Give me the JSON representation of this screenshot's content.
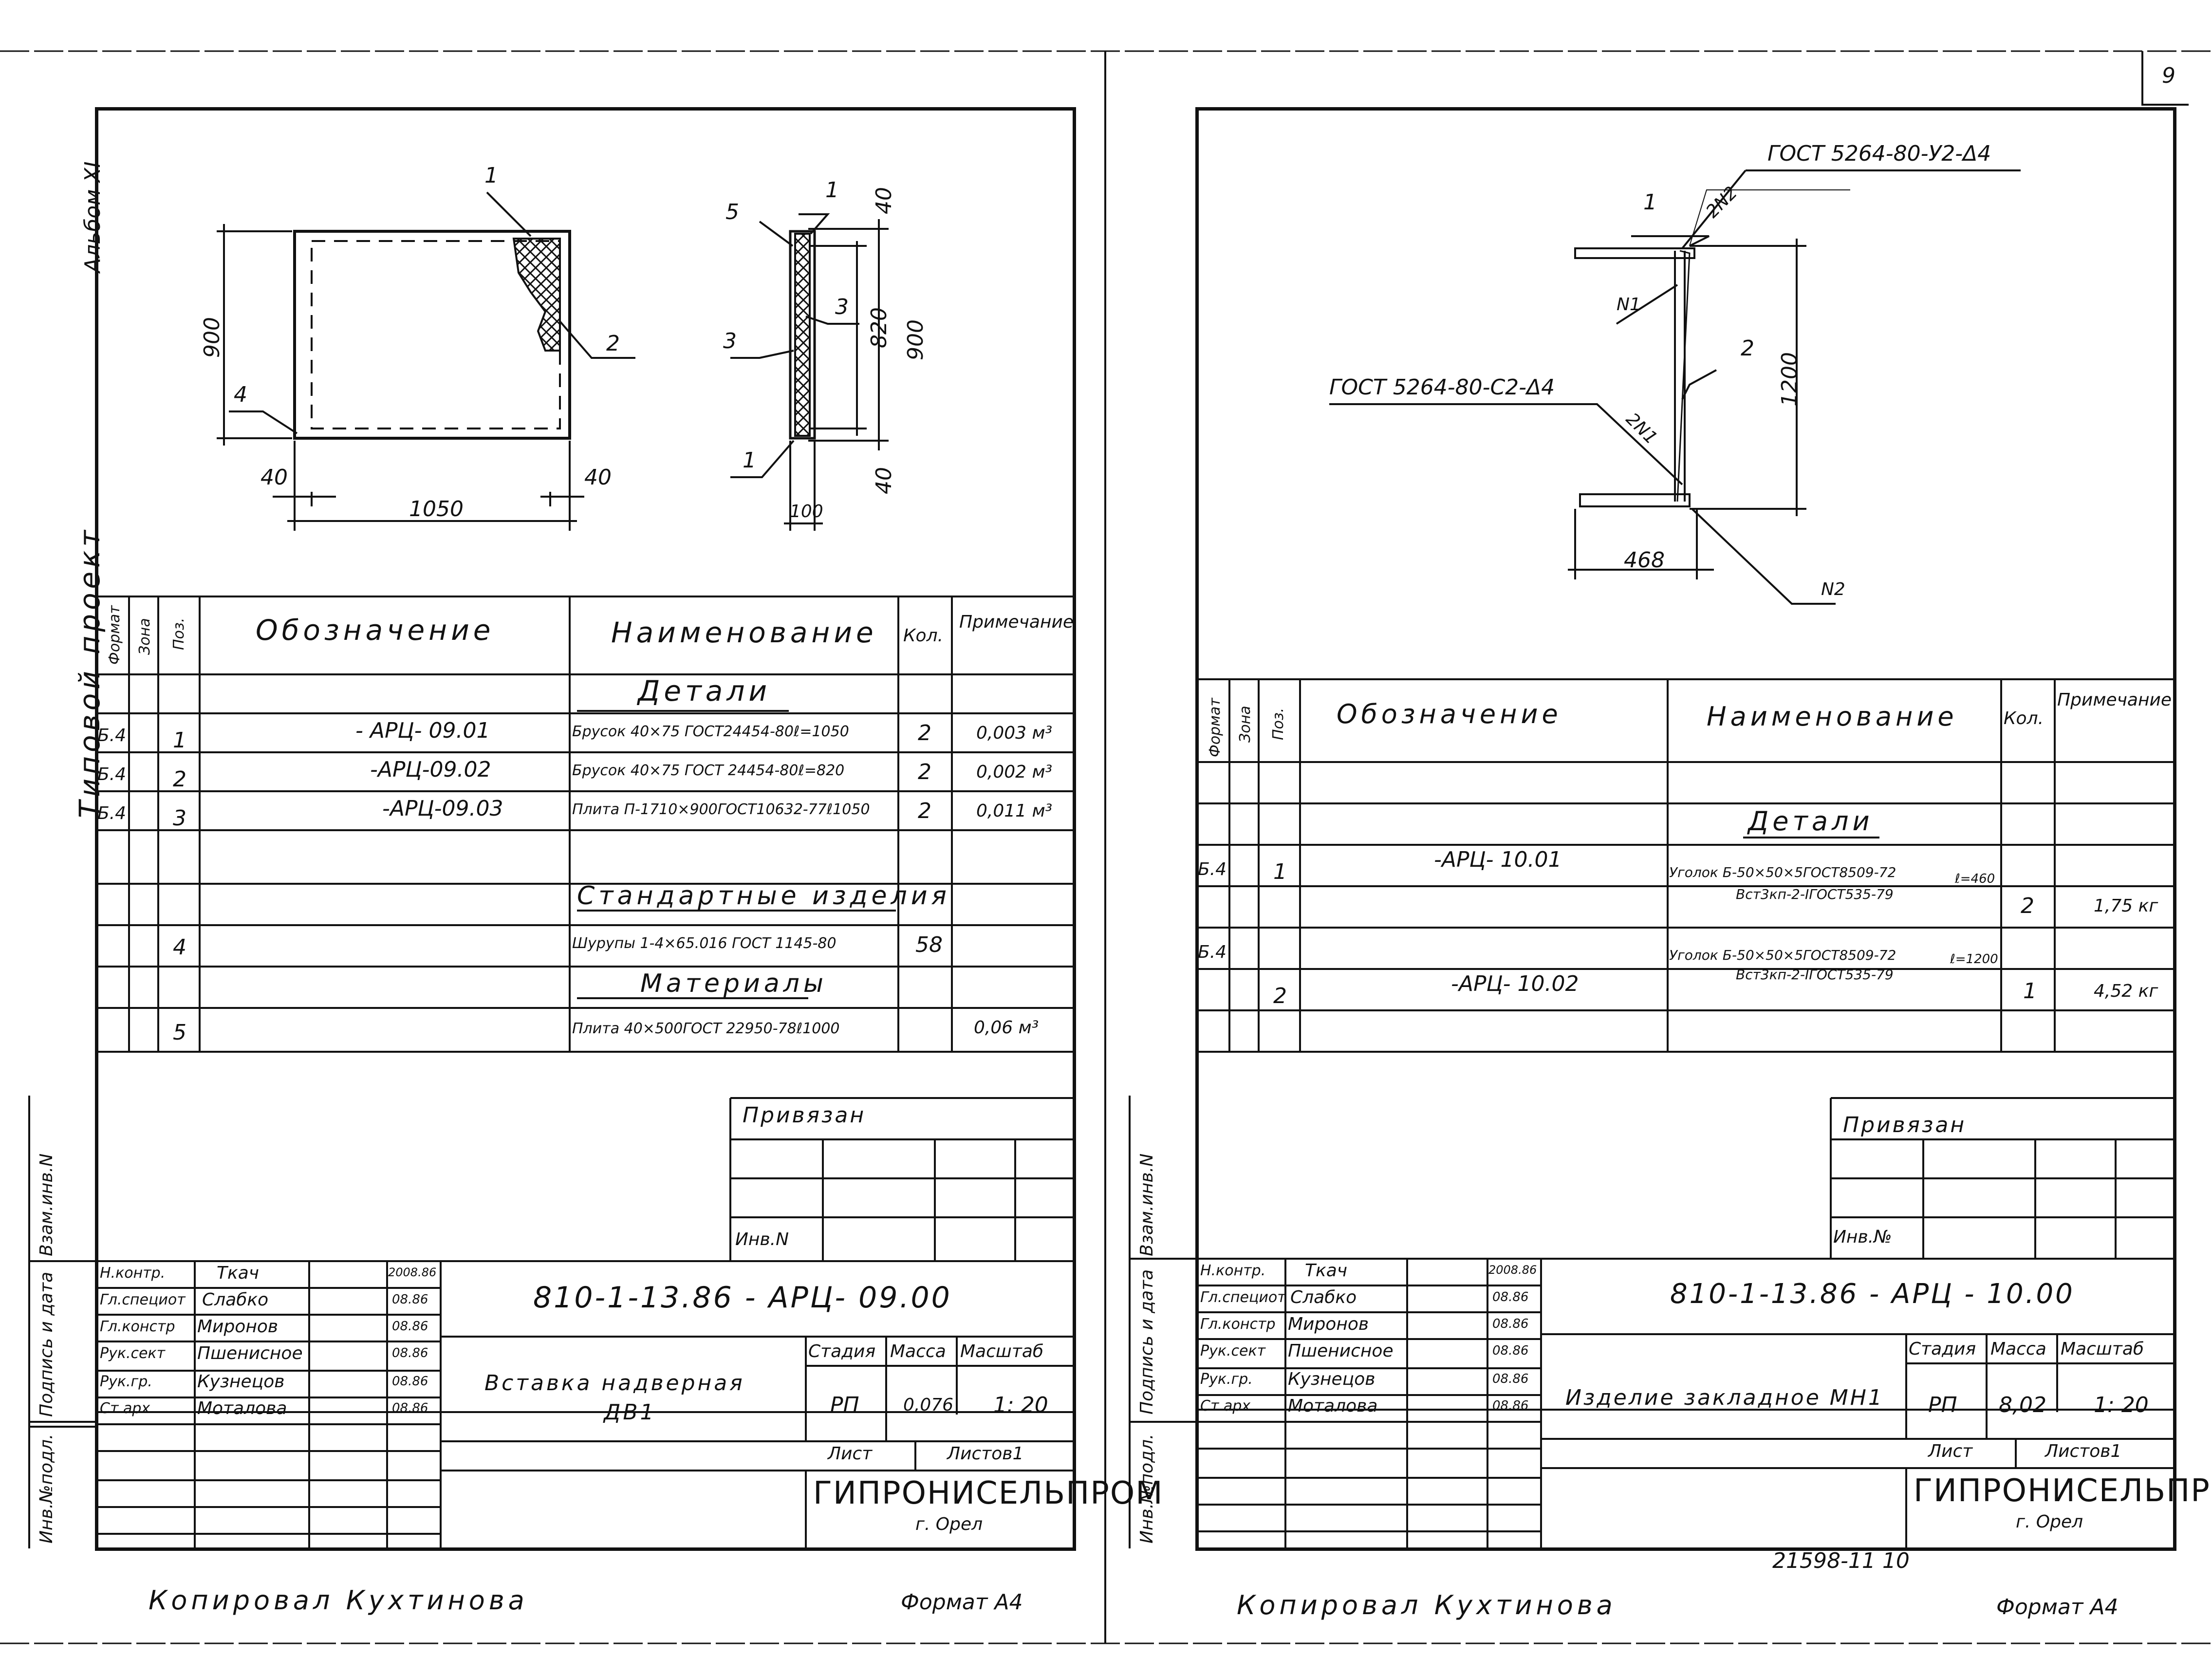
{
  "page_number": "9",
  "left": {
    "album_label": "Альбом XI",
    "project_label": "Типовой проект",
    "drawing": {
      "dims": [
        "900",
        "40",
        "1050",
        "40",
        "40",
        "820",
        "900",
        "40",
        "100"
      ],
      "callouts": [
        "1",
        "2",
        "4",
        "5",
        "1",
        "3",
        "3",
        "1"
      ]
    },
    "table": {
      "headers": {
        "format": "Формат",
        "zone": "Зона",
        "pos": "Поз.",
        "designation": "Обозначение",
        "name": "Наименование",
        "qty": "Кол.",
        "note": "Примечание"
      },
      "sections": {
        "details": "Детали",
        "standard": "Стандартные изделия",
        "materials": "Материалы"
      },
      "rows": [
        {
          "format": "Б.4",
          "pos": "1",
          "designation": "- АРЦ- 09.01",
          "name": "Брусок 40×75 ГОСТ24454-80ℓ=1050",
          "qty": "2",
          "note": "0,003 м³"
        },
        {
          "format": "Б.4",
          "pos": "2",
          "designation": "-АРЦ-09.02",
          "name": "Брусок 40×75 ГОСТ 24454-80ℓ=820",
          "qty": "2",
          "note": "0,002 м³"
        },
        {
          "format": "Б.4",
          "pos": "3",
          "designation": "-АРЦ-09.03",
          "name": "Плита П-1710×900ГОСТ10632-77ℓ1050",
          "qty": "2",
          "note": "0,011 м³"
        },
        {
          "format": "",
          "pos": "4",
          "designation": "",
          "name": "Шурупы 1-4×65.016 ГОСТ 1145-80",
          "qty": "58",
          "note": ""
        },
        {
          "format": "",
          "pos": "5",
          "designation": "",
          "name": "Плита 40×500ГОСТ 22950-78ℓ1000",
          "qty": "",
          "note": "0,06 м³"
        }
      ]
    },
    "stamp": {
      "privyazan": "Привязан",
      "inv_no": "Инв.N",
      "side_labels": [
        "Инв.№подл.",
        "Подпись и дата",
        "Взам.инв.N"
      ],
      "roles": [
        "Н.контр.",
        "Гл.специот",
        "Гл.констр",
        "Рук.сект",
        "Рук.гр.",
        "Ст.арх."
      ],
      "names": [
        "Ткач",
        "Слабко",
        "Миронов",
        "Пшенисное",
        "Кузнецов",
        "Моталова"
      ],
      "dates": [
        "2008.86",
        "08.86",
        "08.86",
        "08.86",
        "08.86",
        "08.86"
      ],
      "code": "810-1-13.86 - АРЦ- 09.00",
      "title_line1": "Вставка надверная",
      "title_line2": "ДВ1",
      "stage_h": "Стадия",
      "mass_h": "Масса",
      "scale_h": "Масштаб",
      "stage": "РП",
      "mass": "0,076",
      "scale": "1: 20",
      "sheet_h": "Лист",
      "sheets_h": "Листов1",
      "org": "ГИПРОНИСЕЛЬПРОМ",
      "city": "г. Орел"
    },
    "copied": "Копировал Кухтинова",
    "format": "Формат А4"
  },
  "right": {
    "drawing": {
      "gost_top": "ГОСТ 5264-80-У2-Δ4",
      "gost_mid": "ГОСТ 5264-80-С2-Δ4",
      "weld_marks": [
        "2N2",
        "N1",
        "2N1",
        "N2"
      ],
      "callouts": [
        "1",
        "2"
      ],
      "dims": [
        "1200",
        "468"
      ]
    },
    "table": {
      "headers": {
        "format": "Формат",
        "zone": "Зона",
        "pos": "Поз.",
        "designation": "Обозначение",
        "name": "Наименование",
        "qty": "Кол.",
        "note": "Примечание"
      },
      "section": "Детали",
      "rows": [
        {
          "format": "Б.4",
          "pos": "1",
          "designation": "-АРЦ- 10.01",
          "name_a": "Уголок Б-50×50×5ГОСТ8509-72",
          "name_b": "Вст3кп-2-IГОСТ535-79",
          "len": "ℓ=460",
          "qty": "2",
          "note": "1,75 кг"
        },
        {
          "format": "Б.4",
          "pos": "2",
          "designation": "-АРЦ- 10.02",
          "name_a": "Уголок Б-50×50×5ГОСТ8509-72",
          "name_b": "Вст3кп-2-IГОСТ535-79",
          "len": "ℓ=1200",
          "qty": "1",
          "note": "4,52 кг"
        }
      ]
    },
    "stamp": {
      "privyazan": "Привязан",
      "inv_no": "Инв.№",
      "side_labels": [
        "Инв.№подл.",
        "Подпись и дата",
        "Взам.инв.N"
      ],
      "roles": [
        "Н.контр.",
        "Гл.специот",
        "Гл.констр",
        "Рук.сект",
        "Рук.гр.",
        "Ст.арх."
      ],
      "names": [
        "Ткач",
        "Слабко",
        "Миронов",
        "Пшенисное",
        "Кузнецов",
        "Моталова"
      ],
      "dates": [
        "2008.86",
        "08.86",
        "08.86",
        "08.86",
        "08.86",
        "08.86"
      ],
      "code": "810-1-13.86 - АРЦ - 10.00",
      "title_line1": "Изделие закладное МН1",
      "stage_h": "Стадия",
      "mass_h": "Масса",
      "scale_h": "Масштаб",
      "stage": "РП",
      "mass": "8,02",
      "scale": "1: 20",
      "sheet_h": "Лист",
      "sheets_h": "Листов1",
      "org": "ГИПРОНИСЕЛЬПРОМ",
      "city": "г. Орел"
    },
    "number_below": "21598-11 10",
    "copied": "Копировал Кухтинова",
    "format": "Формат А4"
  }
}
